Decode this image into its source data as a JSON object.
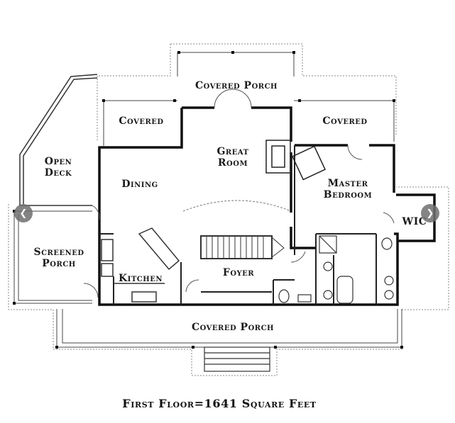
{
  "rooms": {
    "covered_porch_top": "Covered Porch",
    "covered_left": "Covered",
    "covered_right": "Covered",
    "open_deck_1": "Open",
    "open_deck_2": "Deck",
    "great_room_1": "Great",
    "great_room_2": "Room",
    "dining": "Dining",
    "master_bedroom_1": "Master",
    "master_bedroom_2": "Bedroom",
    "wic": "WIC",
    "screened_porch_1": "Screened",
    "screened_porch_2": "Porch",
    "kitchen": "Kitchen",
    "foyer": "Foyer",
    "covered_porch_bottom": "Covered Porch"
  },
  "caption": "First Floor=1641 Square Feet",
  "nav": {
    "prev_icon": "chevron-left-icon",
    "next_icon": "chevron-right-icon"
  }
}
